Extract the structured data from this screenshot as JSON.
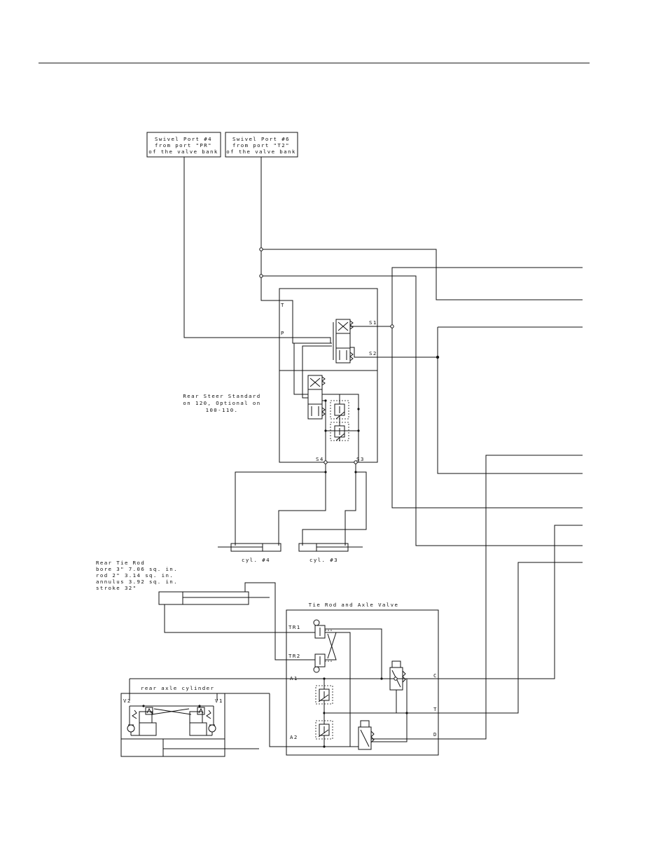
{
  "swivel_port_4": [
    "Swivel Port #4",
    "from port \"PR\"",
    "of the valve bank"
  ],
  "swivel_port_6": [
    "Swivel Port #6",
    "from port \"T2\"",
    "of the valve bank"
  ],
  "rear_steer_note": [
    "Rear Steer Standard",
    "on 120, Optional on",
    "100-110."
  ],
  "rear_steer_ports": {
    "t": "T",
    "p": "P",
    "s1": "S1",
    "s2": "S2",
    "s3": "S3",
    "s4": "S4"
  },
  "cylinders": {
    "cyl4": "cyl. #4",
    "cyl3": "cyl. #3"
  },
  "rear_tie_rod_specs": [
    "Rear Tie Rod",
    "bore  3\"  7.06 sq. in.",
    "rod   2\"  3.14 sq. in.",
    "annulus   3.92 sq. in.",
    "stroke  32\""
  ],
  "tie_rod_axle_valve": {
    "title": "Tie Rod and Axle Valve",
    "tr1": "TR1",
    "tr2": "TR2",
    "a1": "A1",
    "a2": "A2",
    "c": "C",
    "t": "T",
    "d": "D"
  },
  "rear_axle_cylinder": {
    "title": "rear axle cylinder",
    "v1": "V1",
    "v2": "V2"
  }
}
